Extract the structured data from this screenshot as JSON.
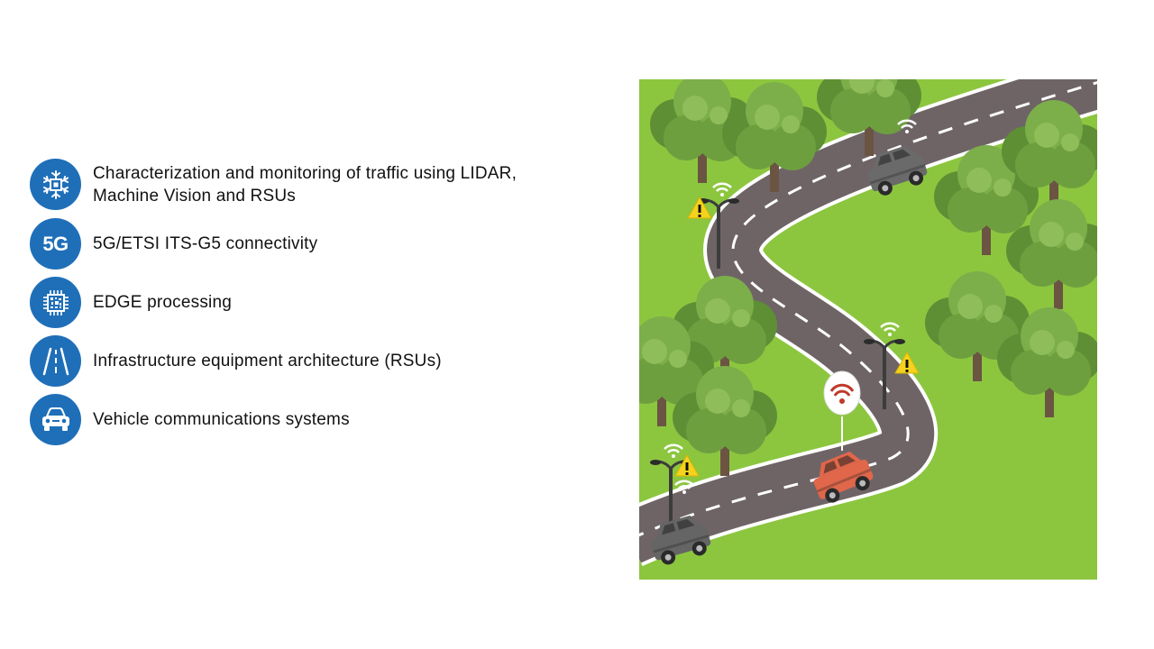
{
  "colors": {
    "icon_bg": "#1f6fb8",
    "grass": "#8cc63f",
    "road": "#6e6466",
    "tree_light": "#7cae4a",
    "tree_dark": "#5e8f35",
    "trunk": "#6b5442",
    "highlight_car": "#e0674a",
    "warning": "#f5d21e"
  },
  "features": [
    {
      "icon": "snowflake-chip-icon",
      "text": "Characterization and monitoring of traffic using LIDAR,\nMachine Vision and RSUs"
    },
    {
      "icon": "5g-icon",
      "icon_text": "5G",
      "text": "5G/ETSI ITS-G5 connectivity"
    },
    {
      "icon": "processor-chip-icon",
      "text": "EDGE processing"
    },
    {
      "icon": "road-icon",
      "text": "Infrastructure equipment architecture (RSUs)"
    },
    {
      "icon": "car-icon",
      "text": "Vehicle communications systems"
    }
  ],
  "illustration": {
    "icons": [
      "tree-icon",
      "street-lamp-icon",
      "warning-sign-icon",
      "wifi-signal-icon",
      "car-icon"
    ]
  }
}
